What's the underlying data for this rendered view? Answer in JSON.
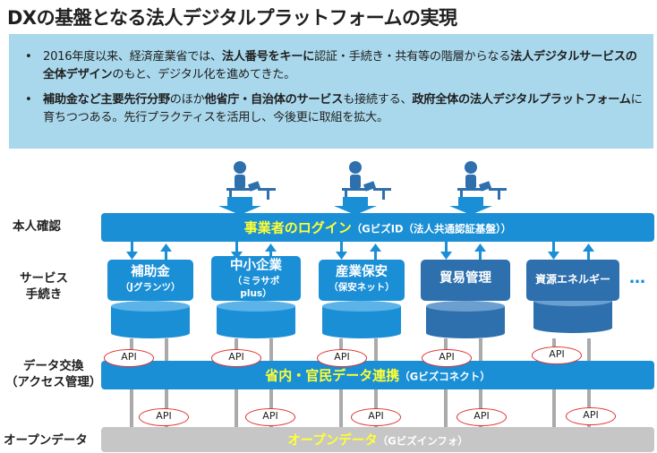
{
  "title": "DXの基盤となる法人デジタルプラットフォームの実現",
  "bullets": [
    {
      "dot": "•",
      "parts": [
        {
          "t": "2016年度以来、経済産業省では、",
          "b": false
        },
        {
          "t": "法人番号をキーに",
          "b": true
        },
        {
          "t": "認証・手続き・共有等の階層からなる",
          "b": false
        },
        {
          "t": "法人デジタルサービスの全体デザイン",
          "b": true
        },
        {
          "t": "のもと、デジタル化を進めてきた。",
          "b": false
        }
      ]
    },
    {
      "dot": "•",
      "parts": [
        {
          "t": "補助金など主要先行分野",
          "b": true
        },
        {
          "t": "のほか",
          "b": false
        },
        {
          "t": "他省庁・自治体のサービス",
          "b": true
        },
        {
          "t": "も接続する、",
          "b": false
        },
        {
          "t": "政府全体の法人デジタルプラットフォーム",
          "b": true
        },
        {
          "t": "に育ちつつある。先行プラクティスを活用し、今後更に取組を拡大。",
          "b": false
        }
      ]
    }
  ],
  "layers": {
    "identity": "本人確認",
    "services_line1": "サービス",
    "services_line2": "手続き",
    "exchange_line1": "データ交換",
    "exchange_line2": "（アクセス管理）",
    "open": "オープンデータ"
  },
  "login_bar": {
    "main": "事業者のログイン",
    "sub": "（GビズID（法人共通認証基盤））"
  },
  "renkei_bar": {
    "main": "省内・官民データ連携",
    "sub": "（Gビズコネクト）"
  },
  "open_bar": {
    "main": "オープンデータ",
    "sub": "（Gビズインフォ）"
  },
  "services": [
    {
      "l1": "補助金",
      "l2": "（Jグランツ）",
      "l3": "",
      "style": "blue"
    },
    {
      "l1": "中小企業",
      "l2": "（ミラサポ",
      "l3": "plus）",
      "style": "blue"
    },
    {
      "l1": "産業保安",
      "l2": "（保安ネット）",
      "l3": "",
      "style": "blue"
    },
    {
      "l1": "貿易管理",
      "l2": "",
      "l3": "",
      "style": "dark"
    },
    {
      "l1": "資源エネルギー",
      "l2": "",
      "l3": "",
      "style": "dark"
    }
  ],
  "api_label": "API",
  "more": "…",
  "colors": {
    "primary": "#1a8fd6",
    "dark": "#2e6fae",
    "highlight": "#ffff33",
    "info_bg": "#a9d8ec",
    "api_border": "#e03030"
  }
}
